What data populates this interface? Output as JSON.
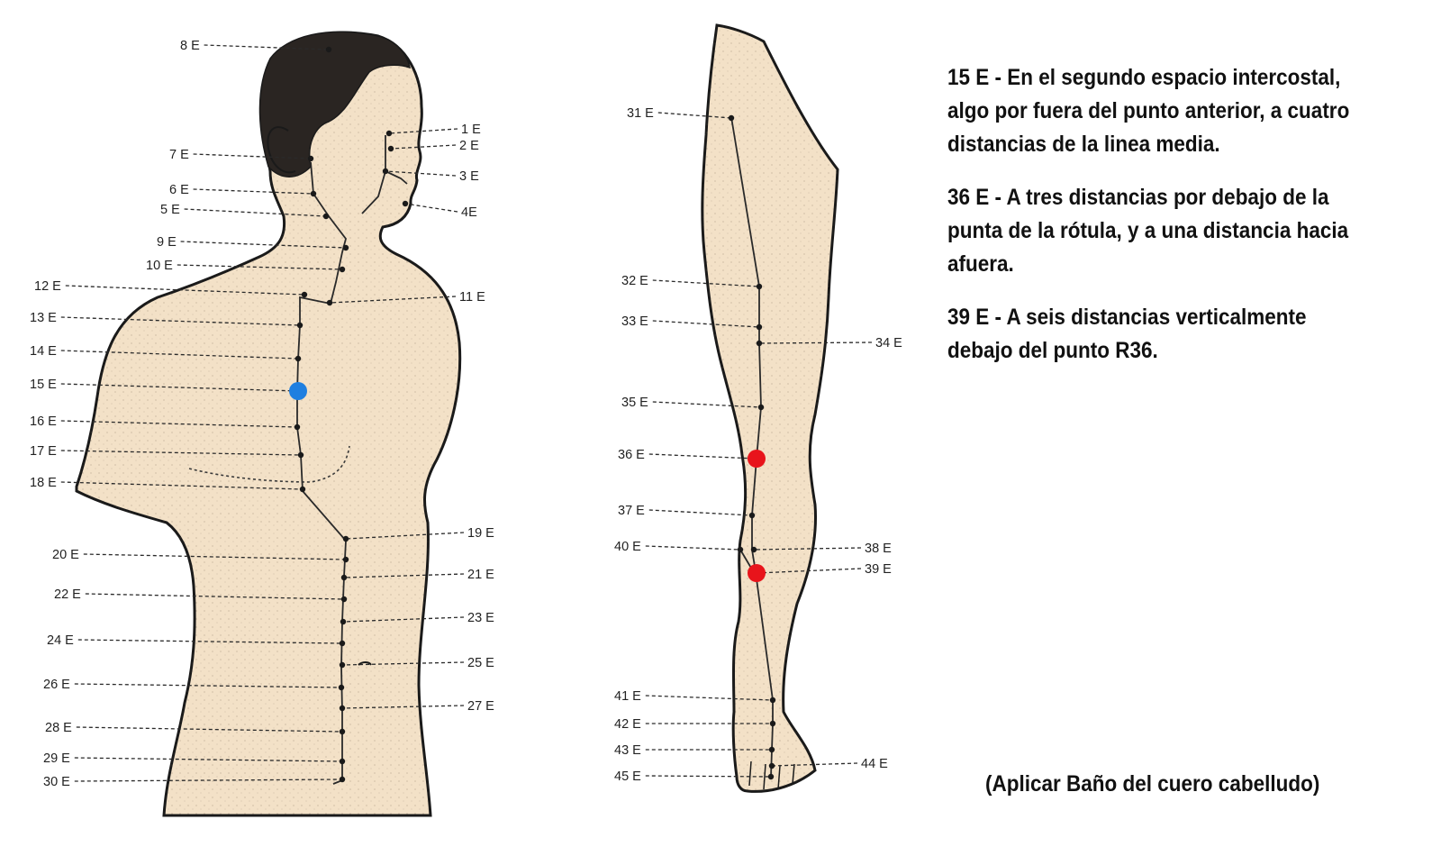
{
  "colors": {
    "skin": "#f3e1c7",
    "outline": "#1a1a1a",
    "hair": "#2a2522",
    "highlight_blue": "#1f7fe0",
    "highlight_red": "#e8141b"
  },
  "torso_labels": [
    {
      "id": "8",
      "text": "8 E"
    },
    {
      "id": "1",
      "text": "1 E"
    },
    {
      "id": "2",
      "text": "2 E"
    },
    {
      "id": "7",
      "text": "7 E"
    },
    {
      "id": "3",
      "text": "3 E"
    },
    {
      "id": "6",
      "text": "6 E"
    },
    {
      "id": "5",
      "text": "5 E"
    },
    {
      "id": "4",
      "text": "4E"
    },
    {
      "id": "9",
      "text": "9 E"
    },
    {
      "id": "10",
      "text": "10 E"
    },
    {
      "id": "12",
      "text": "12 E"
    },
    {
      "id": "11",
      "text": "11 E"
    },
    {
      "id": "13",
      "text": "13 E"
    },
    {
      "id": "14",
      "text": "14 E"
    },
    {
      "id": "15",
      "text": "15 E"
    },
    {
      "id": "16",
      "text": "16 E"
    },
    {
      "id": "17",
      "text": "17 E"
    },
    {
      "id": "18",
      "text": "18 E"
    },
    {
      "id": "19",
      "text": "19 E"
    },
    {
      "id": "20",
      "text": "20 E"
    },
    {
      "id": "21",
      "text": "21 E"
    },
    {
      "id": "22",
      "text": "22 E"
    },
    {
      "id": "23",
      "text": "23 E"
    },
    {
      "id": "24",
      "text": "24 E"
    },
    {
      "id": "25",
      "text": "25 E"
    },
    {
      "id": "26",
      "text": "26 E"
    },
    {
      "id": "27",
      "text": "27 E"
    },
    {
      "id": "28",
      "text": "28 E"
    },
    {
      "id": "29",
      "text": "29 E"
    },
    {
      "id": "30",
      "text": "30 E"
    }
  ],
  "leg_labels": [
    {
      "id": "31",
      "text": "31 E"
    },
    {
      "id": "32",
      "text": "32 E"
    },
    {
      "id": "33",
      "text": "33 E"
    },
    {
      "id": "34",
      "text": "34 E"
    },
    {
      "id": "35",
      "text": "35 E"
    },
    {
      "id": "36",
      "text": "36 E"
    },
    {
      "id": "37",
      "text": "37 E"
    },
    {
      "id": "40",
      "text": "40 E"
    },
    {
      "id": "38",
      "text": "38 E"
    },
    {
      "id": "39",
      "text": "39 E"
    },
    {
      "id": "41",
      "text": "41 E"
    },
    {
      "id": "42",
      "text": "42 E"
    },
    {
      "id": "43",
      "text": "43 E"
    },
    {
      "id": "44",
      "text": "44 E"
    },
    {
      "id": "45",
      "text": "45 E"
    }
  ],
  "highlighted_points": [
    {
      "id": "15",
      "color": "highlight_blue"
    },
    {
      "id": "36",
      "color": "highlight_red"
    },
    {
      "id": "39",
      "color": "highlight_red"
    }
  ],
  "notes": [
    {
      "point": "15 E",
      "text": "15 E - En el segundo espacio intercostal, algo por fuera del punto anterior, a cuatro distancias de la linea media."
    },
    {
      "point": "36 E",
      "text": "36 E - A tres distancias por debajo de la punta de la rótula, y a una distancia hacia afuera."
    },
    {
      "point": "39 E",
      "text": "39 E - A seis distancias verticalmente debajo del punto R36."
    }
  ],
  "footnote": "(Aplicar Baño del cuero cabelludo)"
}
